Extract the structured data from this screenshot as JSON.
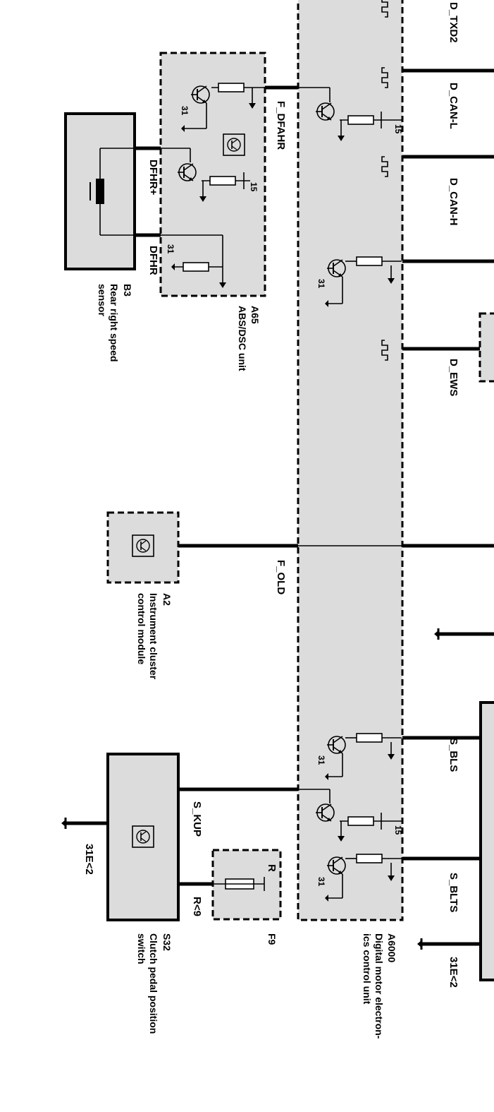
{
  "components": {
    "b3": {
      "id": "B3",
      "name_line1": "Rear right speed",
      "name_line2": "sensor"
    },
    "a65": {
      "id": "A65",
      "name_line1": "ABS/DSC unit"
    },
    "a2": {
      "id": "A2",
      "name_line1": "Instrument cluster",
      "name_line2": "control module"
    },
    "a6000": {
      "id": "A6000",
      "name_line1": "Digital motor electron-",
      "name_line2": "ics control unit"
    },
    "s32": {
      "id": "S32",
      "name_line1": "Clutch pedal position",
      "name_line2": "switch"
    },
    "f9": {
      "id": "F9",
      "pin": "R"
    }
  },
  "signals": {
    "d_txd2": "D_TXD2",
    "d_can_l": "D_CAN-L",
    "d_can_h": "D_CAN-H",
    "d_ews": "D_EWS",
    "f_dfahr": "F_DFAHR",
    "dfhr_plus": "DFHR+",
    "dfhr": "DFHR",
    "f_old": "F_OLD",
    "s_bls": "S_BLS",
    "s_blts": "S_BLTS",
    "s_kup": "S_KUP",
    "r9": "R<9",
    "gnd_left": "31E<2",
    "gnd_right": "31E<2"
  },
  "pins": {
    "p15": "15",
    "p31": "31"
  },
  "icons": [
    "transistor-icon",
    "resistor-icon",
    "ground-icon",
    "pulse-icon",
    "ecu-symbol-icon",
    "coil-icon",
    "fuse-icon"
  ],
  "colors": {
    "module_fill": "#dcdcdc",
    "line": "#000000"
  }
}
